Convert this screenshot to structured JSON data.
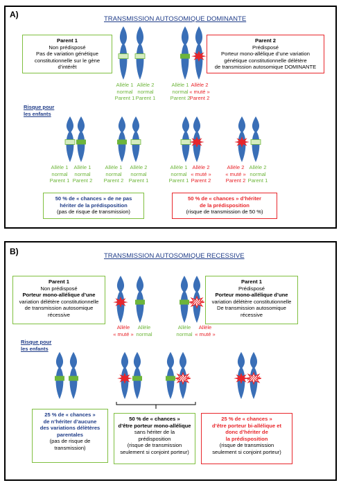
{
  "panelA": {
    "label": "A)",
    "title": "TRANSMISSION AUTOSOMIQUE DOMINANTE",
    "parent1": {
      "lines": [
        "Parent 1",
        "Non prédisposé",
        "Pas de variation génétique",
        "constitutionnelle sur le gène",
        "d’intérêt"
      ]
    },
    "parent2": {
      "lines": [
        "Parent 2",
        "Prédisposé",
        "Porteur mono-allélique d’une variation",
        "génétique constitutionnelle délétère",
        "de transmission autosomique DOMINANTE"
      ]
    },
    "parent1_alleles": [
      [
        "Allèle 1",
        "normal",
        "Parent 1"
      ],
      [
        "Allèle 2",
        "normal",
        "Parent 1"
      ]
    ],
    "parent2_alleles": [
      [
        "Allèle 1",
        "normal",
        "Parent 2"
      ],
      [
        "Allèle 2",
        "« muté »",
        "Parent 2"
      ]
    ],
    "risk_label": [
      "Risque pour",
      "les enfants"
    ],
    "children_alleles": [
      [
        "Allèle 1",
        "normal",
        "Parent 1"
      ],
      [
        "Allèle 1",
        "normal",
        "Parent 2"
      ],
      [
        "Allèle 1",
        "normal",
        "Parent 2"
      ],
      [
        "Allèle 2",
        "normal",
        "Parent 1"
      ],
      [
        "Allèle 1",
        "normal",
        "Parent 1"
      ],
      [
        "Allèle 2",
        "« muté »",
        "Parent 2"
      ],
      [
        "Allèle 2",
        "« muté »",
        "Parent 2"
      ],
      [
        "Allèle 2",
        "normal",
        "Parent 1"
      ]
    ],
    "outcome_left": [
      "50 % de « chances » de ne pas",
      "hériter de la prédisposition",
      "(pas de risque de transmission)"
    ],
    "outcome_right": [
      "50 % de « chances » d’hériter",
      "de la prédisposition",
      "(risque de transmission de 50 %)"
    ]
  },
  "panelB": {
    "label": "B)",
    "title": "TRANSMISSION AUTOSOMIQUE RECESSIVE",
    "parent1": {
      "lines": [
        "Parent 1",
        "Non prédisposé",
        "Porteur mono-allélique d’une",
        "variation délétère constitutionnelle",
        "de transmission autosomique",
        "récessive"
      ]
    },
    "parent2": {
      "lines": [
        "Parent 1",
        "Prédisposé",
        "Porteur mono-allélique d’une",
        "variation délétère constitutionnelle",
        "De transmission autosomique",
        "récessive"
      ]
    },
    "parent1_alleles": [
      [
        "Allèle",
        "« muté »"
      ],
      [
        "Allèle",
        "normal"
      ]
    ],
    "parent2_alleles": [
      [
        "Allèle",
        "normal"
      ],
      [
        "Allèle",
        "« muté »"
      ]
    ],
    "risk_label": [
      "Risque pour",
      "les enfants"
    ],
    "outcome_1": [
      "25 % de « chances »",
      "de n’hériter d’aucune",
      "des variations délètères",
      "parentales",
      "(pas de risque de",
      "transmission)"
    ],
    "outcome_2": [
      "50 % de « chances »",
      "d’être porteur mono-allélique",
      "sans hériter de la",
      "prédisposition",
      "(risque de transmission",
      "seulement si conjoint porteur)"
    ],
    "outcome_3": [
      "25 % de « chances »",
      "d’être porteur bi-allélique et",
      "donc d’hériter de",
      "la prédisposition",
      "(risque de transmission",
      "seulement si conjoint porteur)"
    ]
  },
  "colors": {
    "chromosome": "#3a6fb7",
    "normal_allele": "#6db53a",
    "light_allele": "#d5ecc0",
    "mutated_allele": "#e8252a",
    "green_border": "#7fbf3f",
    "red_border": "#e8252a",
    "navy": "#1f3c88"
  }
}
